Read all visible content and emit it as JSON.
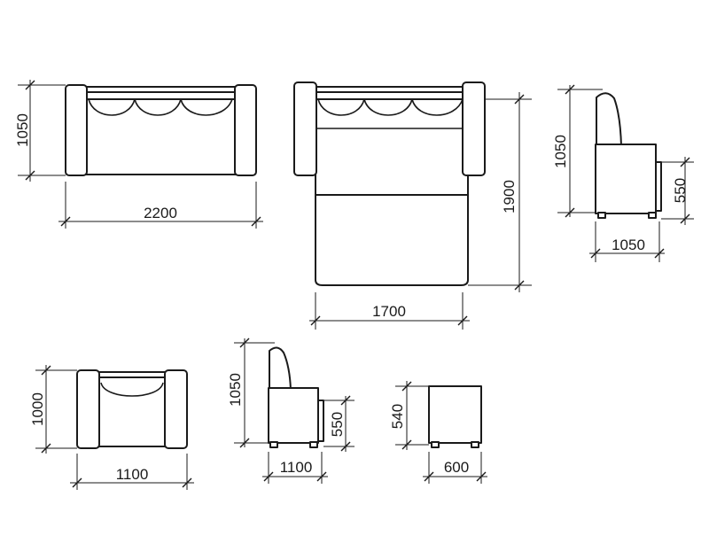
{
  "dimensions": {
    "sofa_height": "1050",
    "sofa_width": "2200",
    "bed_length": "1900",
    "bed_width": "1700",
    "side_total_height": "1050",
    "side_seat_height": "550",
    "side_depth": "1050",
    "armchair_depth": "1000",
    "armchair_width": "1100",
    "chair_side_height": "1050",
    "chair_side_seat_height": "550",
    "chair_side_depth": "1100",
    "pouf_height": "540",
    "pouf_width": "600"
  },
  "colors": {
    "ink": "#1a1a1a",
    "background": "#ffffff"
  }
}
